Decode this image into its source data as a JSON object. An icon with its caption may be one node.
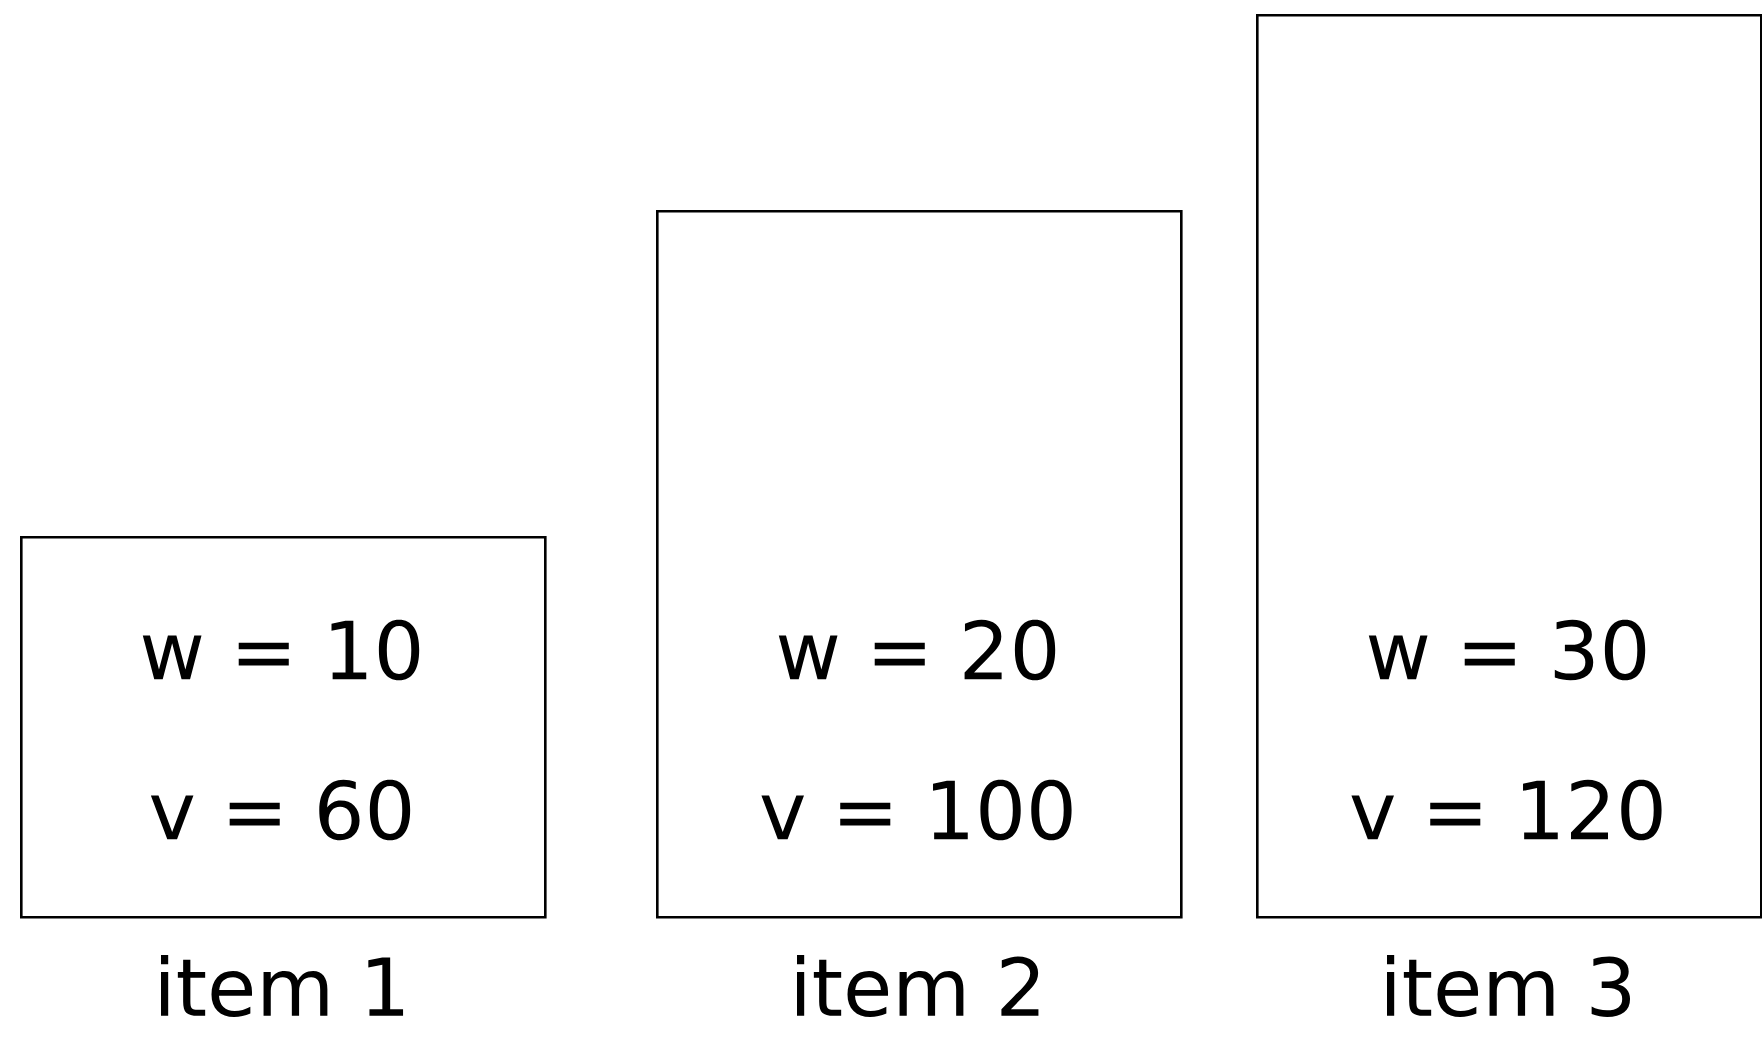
{
  "diagram": {
    "nodes": [
      {
        "text": [
          "w = 10",
          "v = 60"
        ],
        "beside": [
          "item 1"
        ]
      },
      {
        "text": [
          "w = 20",
          "v = 100"
        ],
        "beside": [
          "item 2"
        ]
      },
      {
        "text": [
          "w = 30",
          "v = 120"
        ],
        "beside": [
          "item 3"
        ]
      }
    ]
  }
}
